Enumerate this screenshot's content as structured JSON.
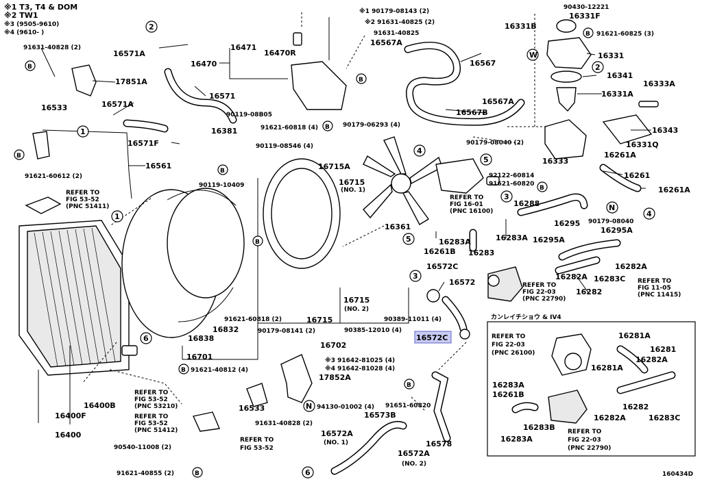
{
  "legend": [
    {
      "mark": "※1",
      "text": "T3, T4 & DOM"
    },
    {
      "mark": "※2",
      "text": "TW1"
    },
    {
      "mark": "※3",
      "text": "(9505-9610)"
    },
    {
      "mark": "※4",
      "text": "(9610-      )"
    }
  ],
  "inset": {
    "title": "カンレイチショウ & IV4"
  },
  "diagram_code": "160434D",
  "highlighted": "16572C",
  "labels": {
    "l16571a_top": "16571A",
    "l16471": "16471",
    "l16470r": "16470R",
    "l16470": "16470",
    "l16571": "16571",
    "l17851a": "17851A",
    "l16533": "16533",
    "l91631_40828_2a": "91631-40828 (2)",
    "l16571a_mid": "16571A",
    "l16571f": "16571F",
    "l16561": "16561",
    "l91621_60612": "91621-60612 (2)",
    "l90179_08143": "※1 90179-08143 (2)",
    "l91631_40825_2": "※2 91631-40825 (2)",
    "l91631_40825": "91631-40825",
    "l16567a_top": "16567A",
    "l16567": "16567",
    "l16567b": "16567B",
    "l16567a_mid": "16567A",
    "l90179_06293": "90179-06293 (4)",
    "l90119_08b05": "90119-08B05",
    "l16381": "16381",
    "l91621_60818_4": "91621-60818 (4)",
    "l90119_08546": "90119-08546 (4)",
    "l16715a": "16715A",
    "l90119_10409": "90119-10409",
    "l16715_no1": "16715",
    "l16715_no1b": "(NO. 1)",
    "l16361": "16361",
    "l16331b": "16331B",
    "l90430": "90430-12221",
    "l16331f": "16331F",
    "l91621_60825": "91621-60825 (3)",
    "l16331": "16331",
    "l16341": "16341",
    "l16331a": "16331A",
    "l16333a": "16333A",
    "l16343": "16343",
    "l90179_08040_2": "90179-08040 (2)",
    "l16331q": "16331Q",
    "l16333": "16333",
    "l16261a_1": "16261A",
    "l16261": "16261",
    "l16261a_2": "16261A",
    "l92122": "92122-60814",
    "l91621_60820": "91621-60820",
    "l16288": "16288",
    "l16295": "16295",
    "l90179_08040": "90179-08040",
    "l16295a_1": "16295A",
    "l16295a_2": "16295A",
    "l16283a_1": "16283A",
    "l16283a_2": "16283A",
    "l16261b": "16261B",
    "l16283": "16283",
    "l16282a_1": "16282A",
    "l16282a_2": "16282A",
    "l16283c": "16283C",
    "l16282": "16282",
    "l16572c_1": "16572C",
    "l16572": "16572",
    "l16715_no2": "16715",
    "l16715_no2b": "(NO. 2)",
    "l90389": "90389-11011 (4)",
    "l90385": "90385-12010 (4)",
    "l16572c_hl": "16572C",
    "l91621_60818_2": "91621-60818 (2)",
    "l16715": "16715",
    "l16832": "16832",
    "l16838": "16838",
    "l90179_08141": "90179-08141 (2)",
    "l16702": "16702",
    "l16701": "16701",
    "l91621_40812": "91621-40812 (4)",
    "l91642_81025": "※3 91642-81025 (4)",
    "l91642_81028": "※4 91642-81028 (4)",
    "l17852a": "17852A",
    "l16533b": "16533",
    "l94130": "94130-01002 (4)",
    "l91631_40828_2b": "91631-40828 (2)",
    "l91651": "91651-60820",
    "l16573b": "16573B",
    "l16578": "16578",
    "l16572a_no1": "16572A",
    "l16572a_no1b": "(NO. 1)",
    "l16572a_no2": "16572A",
    "l16572a_no2b": "(NO. 2)",
    "l16400b": "16400B",
    "l16400f": "16400F",
    "l16400": "16400",
    "l90540": "90540-11008 (2)",
    "l91621_40855": "91621-40855 (2)",
    "l_ins_16281a_1": "16281A",
    "l_ins_16281": "16281",
    "l_ins_16282a_1": "16282A",
    "l_ins_16281a_2": "16281A",
    "l_ins_16283a": "16283A",
    "l_ins_16261b": "16261B",
    "l_ins_16283b": "16283B",
    "l_ins_16283a_2": "16283A",
    "l_ins_16282a": "16282A",
    "l_ins_16282": "16282",
    "l_ins_16283c": "16283C"
  },
  "refers": [
    {
      "id": "r1",
      "line1": "REFER TO",
      "line2": "FIG 53-52",
      "line3": "(PNC 51411)"
    },
    {
      "id": "r2",
      "line1": "REFER TO",
      "line2": "FIG 16-01",
      "line3": "(PNC 16100)"
    },
    {
      "id": "r3",
      "line1": "REFER TO",
      "line2": "FIG 22-03",
      "line3": "(PNC 22790)"
    },
    {
      "id": "r4",
      "line1": "REFER TO",
      "line2": "FIG 11-05",
      "line3": "(PNC 11415)"
    },
    {
      "id": "r5",
      "line1": "REFER TO",
      "line2": "FIG 53-52",
      "line3": "(PNC 53210)"
    },
    {
      "id": "r6",
      "line1": "REFER TO",
      "line2": "FIG 53-52",
      "line3": "(PNC 51412)"
    },
    {
      "id": "r7",
      "line1": "REFER TO",
      "line2": "FIG 53-52",
      "line3": ""
    },
    {
      "id": "r8",
      "line1": "REFER TO",
      "line2": "FIG 22-03",
      "line3": "(PNC 26100)"
    },
    {
      "id": "r9",
      "line1": "REFER TO",
      "line2": "FIG 22-03",
      "line3": "(PNC 22790)"
    }
  ],
  "callouts": {
    "b": "B",
    "n": "N",
    "w": "W",
    "c1": "1",
    "c2": "2",
    "c3": "3",
    "c4": "4",
    "c5": "5",
    "c6": "6"
  }
}
